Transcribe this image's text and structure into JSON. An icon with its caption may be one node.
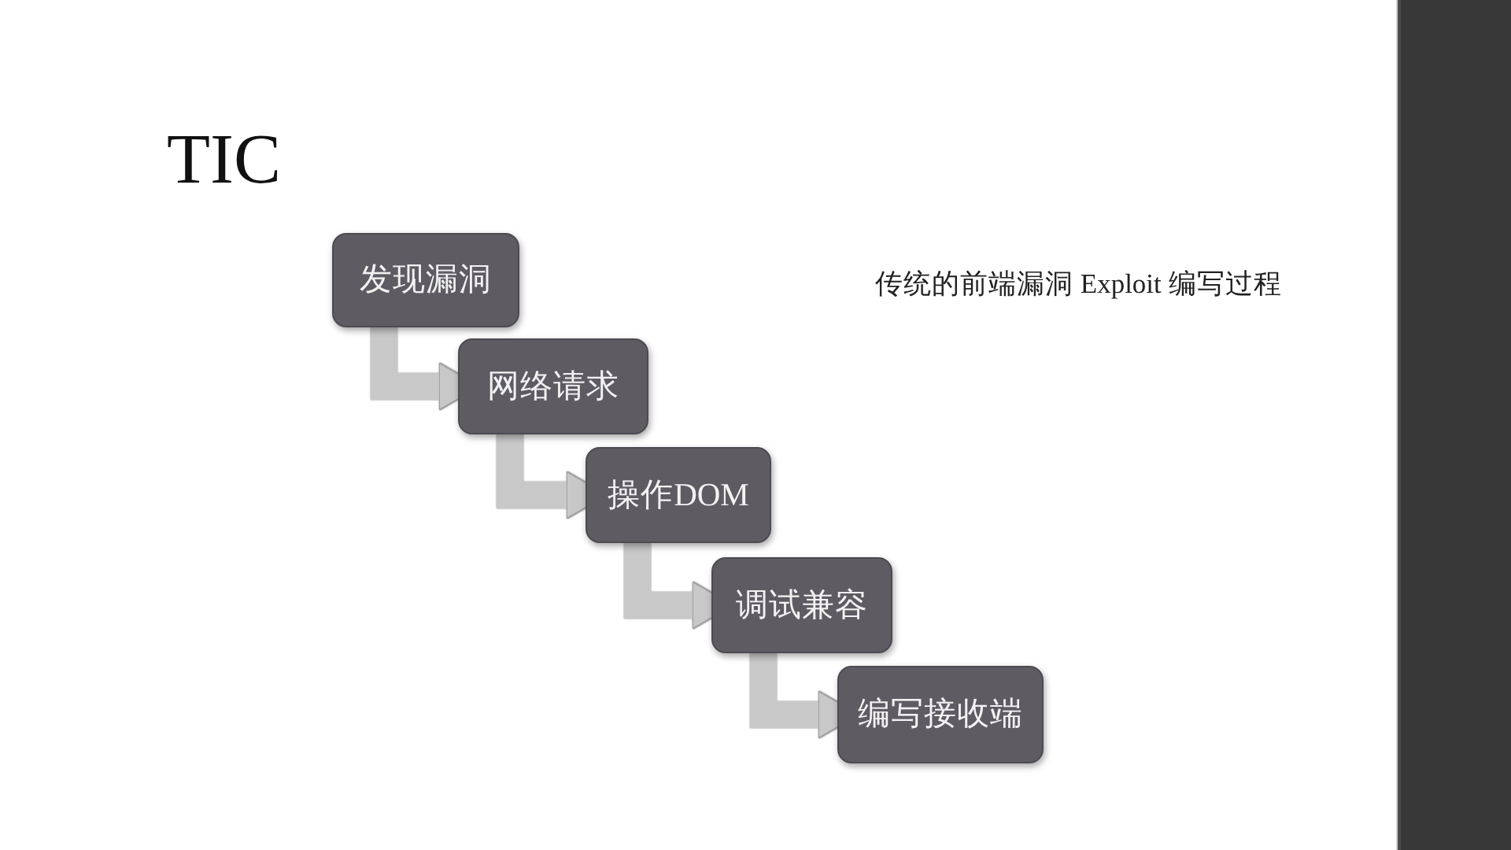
{
  "diagram": {
    "title": "TIC",
    "nodes": [
      {
        "text": [
          "发现漏洞"
        ]
      },
      {
        "text": [
          "网络请求"
        ]
      },
      {
        "text": [
          "操作DOM"
        ]
      },
      {
        "text": [
          "调试兼容"
        ]
      },
      {
        "text": [
          "编写接收端"
        ]
      }
    ],
    "edges": [
      {
        "from": 0,
        "to": 1,
        "arrow": "to"
      },
      {
        "from": 1,
        "to": 2,
        "arrow": "to"
      },
      {
        "from": 2,
        "to": 3,
        "arrow": "to"
      },
      {
        "from": 3,
        "to": 4,
        "arrow": "to"
      }
    ],
    "labels": [
      "传统的前端漏洞 Exploit 编写过程"
    ]
  }
}
